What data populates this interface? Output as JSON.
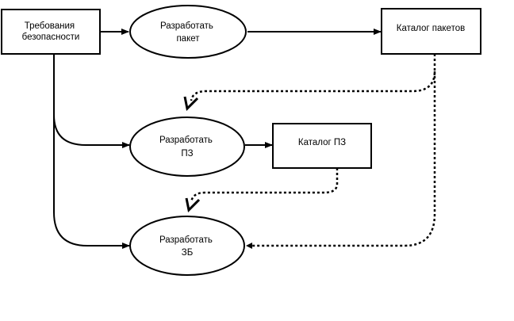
{
  "diagram": {
    "nodes": {
      "security_requirements": {
        "lines": [
          "Требования",
          "безопасности"
        ]
      },
      "develop_package": {
        "lines": [
          "Разработать",
          "пакет"
        ]
      },
      "package_catalog": {
        "lines": [
          "Каталог пакетов"
        ]
      },
      "develop_pz": {
        "lines": [
          "Разработать",
          "ПЗ"
        ]
      },
      "pz_catalog": {
        "lines": [
          "Каталог ПЗ"
        ]
      },
      "develop_zb": {
        "lines": [
          "Разработать",
          "ЗБ"
        ]
      }
    },
    "colors": {
      "stroke": "#000000",
      "background": "#ffffff"
    }
  }
}
